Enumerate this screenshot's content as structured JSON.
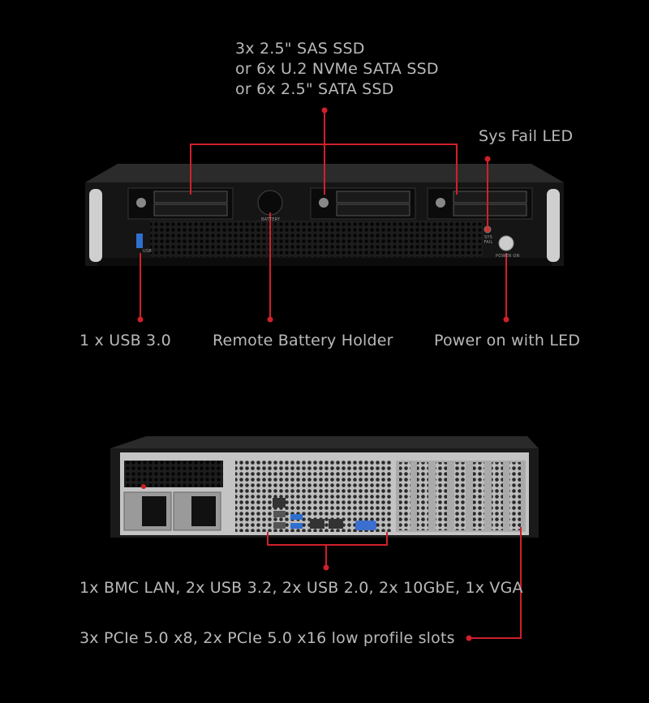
{
  "front": {
    "storage_lines": [
      "3x 2.5\" SAS SSD",
      "or 6x U.2 NVMe SATA SSD",
      "or 6x 2.5\" SATA SSD"
    ],
    "sys_fail_led": "Sys Fail LED",
    "usb": "1 x USB 3.0",
    "battery": "Remote Battery Holder",
    "power": "Power on with LED",
    "panel_marks": {
      "battery": "BATTERY",
      "usb": "USB",
      "sys_fail": "SYS FAIL",
      "power": "POWER ON"
    }
  },
  "rear": {
    "io": "1x BMC LAN, 2x USB 3.2, 2x USB 2.0, 2x 10GbE, 1x VGA",
    "pcie": "3x PCIe 5.0 x8, 2x PCIe 5.0 x16 low profile slots"
  },
  "colors": {
    "background": "#000000",
    "callout": "#d0202a",
    "text": "#b9b9b9"
  }
}
